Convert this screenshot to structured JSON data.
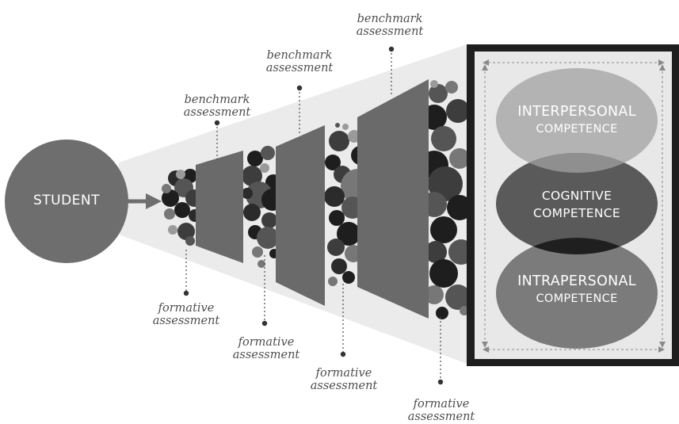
{
  "student": {
    "label": "STUDENT"
  },
  "benchmarks": [
    {
      "line1": "benchmark",
      "line2": "assessment"
    },
    {
      "line1": "benchmark",
      "line2": "assessment"
    },
    {
      "line1": "benchmark",
      "line2": "assessment"
    }
  ],
  "formatives": [
    {
      "line1": "formative",
      "line2": "assessment"
    },
    {
      "line1": "formative",
      "line2": "assessment"
    },
    {
      "line1": "formative",
      "line2": "assessment"
    },
    {
      "line1": "formative",
      "line2": "assessment"
    }
  ],
  "competencies": [
    {
      "line1": "INTERPERSONAL",
      "line2": "COMPETENCE"
    },
    {
      "line1": "COGNITIVE",
      "line2": "COMPETENCE"
    },
    {
      "line1": "INTRAPERSONAL",
      "line2": "COMPETENCE"
    }
  ],
  "colors": {
    "student_circle": "#6e6e6e",
    "cone": "#ebebeb",
    "funnel": "#6a6a6a",
    "frame": "#1e1e1e",
    "panel": "#e8e8e8",
    "interpersonal": "#b3b3b3",
    "cognitive": "#5a5a5a",
    "intrapersonal": "#7b7b7b",
    "overlap": "#1f1f1f",
    "leader": "#4a4a4a"
  }
}
